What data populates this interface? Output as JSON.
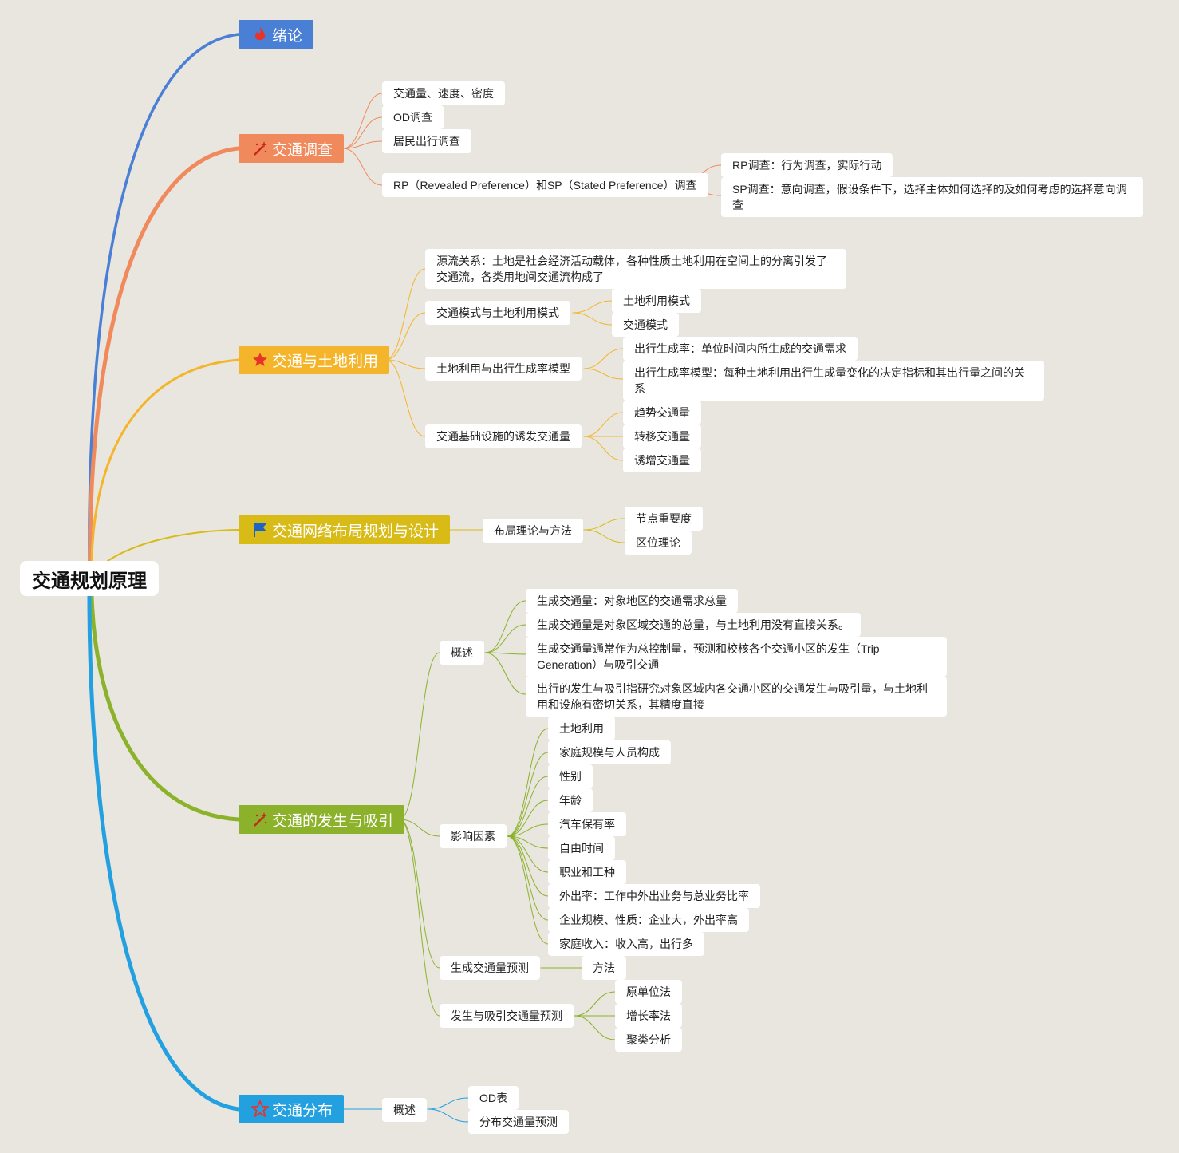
{
  "root": {
    "label": "交通规划原理"
  },
  "colors": {
    "intro": "#4a7fd6",
    "survey": "#f08a5d",
    "landuse": "#f4b52a",
    "network": "#d9bb17",
    "generation": "#8bb22a",
    "distribution": "#22a0e0"
  },
  "branches": {
    "intro": {
      "label": "绪论",
      "icon": "fire-icon"
    },
    "survey": {
      "label": "交通调查",
      "icon": "magic-wand-icon",
      "items": [
        "交通量、速度、密度",
        "OD调查",
        "居民出行调查",
        "RP（Revealed Preference）和SP（Stated Preference）调查"
      ],
      "rpsp": [
        "RP调查：行为调查，实际行动",
        "SP调查：意向调查，假设条件下，选择主体如何选择的及如何考虑的选择意向调查"
      ]
    },
    "landuse": {
      "label": "交通与土地利用",
      "icon": "star-icon",
      "source": "源流关系：土地是社会经济活动载体，各种性质土地利用在空间上的分离引发了交通流，各类用地间交通流构成了",
      "mode": {
        "label": "交通模式与土地利用模式",
        "children": [
          "土地利用模式",
          "交通模式"
        ]
      },
      "rate": {
        "label": "土地利用与出行生成率模型",
        "children": [
          "出行生成率：单位时间内所生成的交通需求",
          "出行生成率模型：每种土地利用出行生成量变化的决定指标和其出行量之间的关系"
        ]
      },
      "induced": {
        "label": "交通基础设施的诱发交通量",
        "children": [
          "趋势交通量",
          "转移交通量",
          "诱增交通量"
        ]
      }
    },
    "network": {
      "label": "交通网络布局规划与设计",
      "icon": "flag-icon",
      "method": {
        "label": "布局理论与方法",
        "children": [
          "节点重要度",
          "区位理论"
        ]
      }
    },
    "generation": {
      "label": "交通的发生与吸引",
      "icon": "magic-wand-icon",
      "overview": {
        "label": "概述",
        "children": [
          "生成交通量：对象地区的交通需求总量",
          "生成交通量是对象区域交通的总量，与土地利用没有直接关系。",
          "生成交通量通常作为总控制量，预测和校核各个交通小区的发生（Trip Generation）与吸引交通",
          "出行的发生与吸引指研究对象区域内各交通小区的交通发生与吸引量，与土地利用和设施有密切关系，其精度直接"
        ]
      },
      "factors": {
        "label": "影响因素",
        "children": [
          "土地利用",
          "家庭规模与人员构成",
          "性别",
          "年龄",
          "汽车保有率",
          "自由时间",
          "职业和工种",
          "外出率：工作中外出业务与总业务比率",
          "企业规模、性质：企业大，外出率高",
          "家庭收入：收入高，出行多"
        ]
      },
      "total": {
        "label": "生成交通量预测",
        "children": [
          "方法"
        ]
      },
      "ga": {
        "label": "发生与吸引交通量预测",
        "children": [
          "原单位法",
          "增长率法",
          "聚类分析"
        ]
      }
    },
    "distribution": {
      "label": "交通分布",
      "icon": "star-outline-icon",
      "overview": {
        "label": "概述",
        "children": [
          "OD表",
          "分布交通量预测"
        ]
      }
    }
  }
}
